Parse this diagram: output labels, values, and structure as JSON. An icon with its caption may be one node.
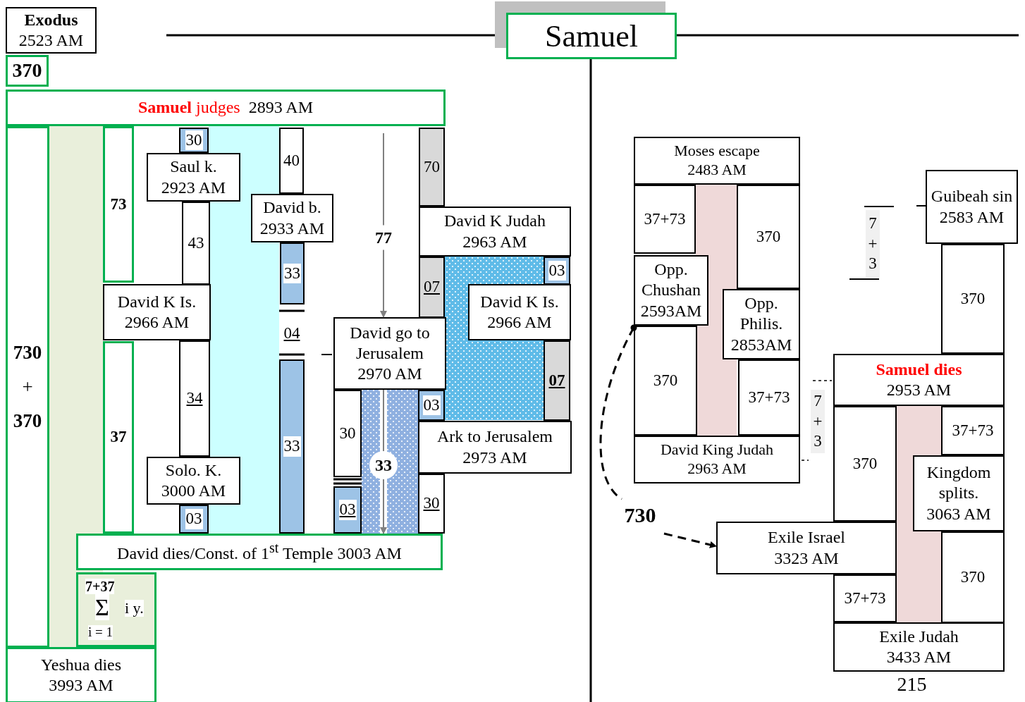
{
  "diagram": {
    "title": "Samuel",
    "nodes": [
      {
        "text": [
          "Exodus",
          "2523 AM"
        ]
      },
      {
        "text": [
          "370"
        ]
      },
      {
        "text": [
          "**Samuel** judges",
          "2893 AM"
        ]
      },
      {
        "text": [
          "730",
          "+",
          "370"
        ]
      },
      {
        "text": [
          "73"
        ]
      },
      {
        "text": [
          "30"
        ]
      },
      {
        "text": [
          "Saul k.",
          "2923 AM"
        ]
      },
      {
        "text": [
          "40"
        ]
      },
      {
        "text": [
          "70"
        ]
      },
      {
        "text": [
          "David b.",
          "2933 AM"
        ]
      },
      {
        "text": [
          "43"
        ]
      },
      {
        "text": [
          "David K Judah",
          "2963 AM"
        ]
      },
      {
        "text": [
          "07"
        ]
      },
      {
        "text": [
          "03"
        ]
      },
      {
        "text": [
          "33"
        ]
      },
      {
        "text": [
          "David K Is.",
          "2966 AM"
        ]
      },
      {
        "text": [
          "David K Is.",
          "2966 AM"
        ]
      },
      {
        "text": [
          "04"
        ]
      },
      {
        "text": [
          "David go to Jerusalem",
          "2970 AM"
        ]
      },
      {
        "text": [
          "07"
        ]
      },
      {
        "text": [
          "37"
        ]
      },
      {
        "text": [
          "34"
        ]
      },
      {
        "text": [
          "03"
        ]
      },
      {
        "text": [
          "30"
        ]
      },
      {
        "text": [
          "33"
        ]
      },
      {
        "text": [
          "Ark to Jerusalem",
          "2973 AM"
        ]
      },
      {
        "text": [
          "Solo. K.",
          "3000 AM"
        ]
      },
      {
        "text": [
          "03"
        ]
      },
      {
        "text": [
          "30"
        ]
      },
      {
        "text": [
          "03"
        ]
      },
      {
        "text": [
          "David dies/Const. of 1$^{st}$ Temple 3003 AM"
        ]
      },
      {
        "text": [
          "7+37",
          "Σ",
          "i = 1",
          "i y."
        ]
      },
      {
        "text": [
          "Yeshua dies",
          "3993 AM"
        ]
      },
      {
        "text": [
          "Moses escape",
          "2483 AM"
        ]
      },
      {
        "text": [
          "Guibeah sin",
          "2583 AM"
        ]
      },
      {
        "text": [
          "37+73"
        ]
      },
      {
        "text": [
          "370"
        ]
      },
      {
        "text": [
          "7 + 3"
        ]
      },
      {
        "text": [
          "Opp. Chushan",
          "2593AM"
        ]
      },
      {
        "text": [
          "370"
        ]
      },
      {
        "text": [
          "Opp. Philis.",
          "2853AM"
        ]
      },
      {
        "text": [
          "370"
        ]
      },
      {
        "text": [
          "Samuel dies",
          "2953 AM"
        ]
      },
      {
        "text": [
          "37+73"
        ]
      },
      {
        "text": [
          "7 + 3"
        ]
      },
      {
        "text": [
          "370"
        ]
      },
      {
        "text": [
          "37+73"
        ]
      },
      {
        "text": [
          "David King Judah",
          "2963 AM"
        ]
      },
      {
        "text": [
          "Kingdom splits.",
          "3063 AM"
        ]
      },
      {
        "text": [
          "Exile Israel",
          "3323 AM"
        ]
      },
      {
        "text": [
          "370"
        ]
      },
      {
        "text": [
          "37+73"
        ]
      },
      {
        "text": [
          "Exile Judah",
          "3433 AM"
        ],
        "beside": [
          "215"
        ]
      },
      {
        "text": [],
        "shape": "bar"
      },
      {
        "text": [],
        "shape": "bar"
      },
      {
        "text": [],
        "shape": "bar"
      },
      {
        "text": [],
        "shape": "bar"
      },
      {
        "text": [],
        "shape": "bar"
      },
      {
        "text": [],
        "shape": "bar"
      },
      {
        "text": [],
        "shape": "bar"
      }
    ],
    "edges": [
      {
        "from": 2,
        "to": 18,
        "arrow": "to",
        "label": "77",
        "color": "#808080"
      },
      {
        "from": 18,
        "to": 30,
        "arrow": "to",
        "label": "33",
        "color": "#808080"
      },
      {
        "from": 38,
        "to": 49,
        "arrow": "to",
        "label": "730",
        "style": "dashed",
        "color": "#000000"
      }
    ]
  }
}
